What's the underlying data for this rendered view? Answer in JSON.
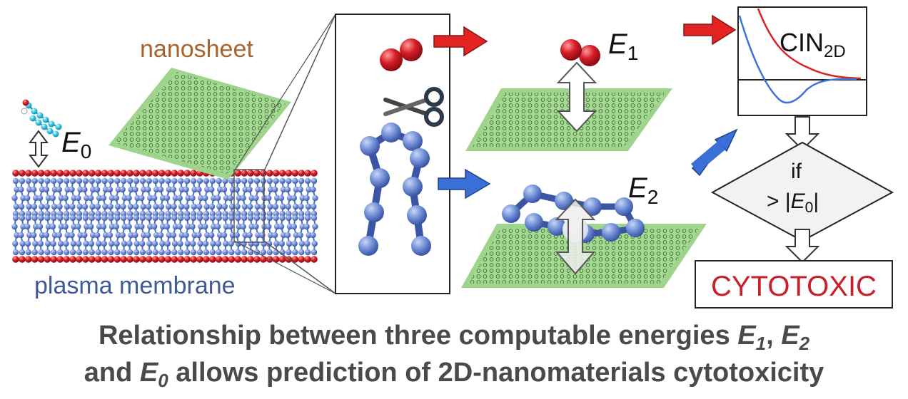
{
  "labels": {
    "nanosheet": "nanosheet",
    "plasma_membrane": "plasma membrane",
    "E0_letter": "E",
    "E0_sub": "0",
    "E1_letter": "E",
    "E1_sub": "1",
    "E2_letter": "E",
    "E2_sub": "2",
    "cin_main": "CIN",
    "cin_sub": "2D",
    "if_text": "if",
    "cond_prefix": "> |",
    "cond_letter": "E",
    "cond_sub": "0",
    "cond_suffix": "|",
    "cytotoxic": "CYTOTOXIC"
  },
  "caption": {
    "line1_a": "Relationship between three computable energies ",
    "line1_e1": "E",
    "line1_e1_sub": "1",
    "line1_comma": ", ",
    "line1_e2": "E",
    "line1_e2_sub": "2",
    "line2_and": "and ",
    "line2_e0": "E",
    "line2_e0_sub": "0",
    "line2_b": " allows prediction of 2D-nanomaterials cytotoxicity"
  },
  "colors": {
    "sheet_green": "#9fd48c",
    "sheet_edge": "#7cc070",
    "membrane_blue": "#6f8dd6",
    "lipid_head_red": "#d81f2b",
    "molecule_red": "#cc1822",
    "chain_blue": "#5576c8",
    "arrow_red": "#e32222",
    "arrow_blue": "#3a6fd8",
    "cytotoxic_red": "#c8202a",
    "caption_gray": "#4a4a4a",
    "nanosheet_label": "#a8622b",
    "plasma_label": "#3f5a96"
  },
  "icons": [
    "scissors-icon",
    "double-arrow-icon",
    "flow-arrow-icon"
  ]
}
